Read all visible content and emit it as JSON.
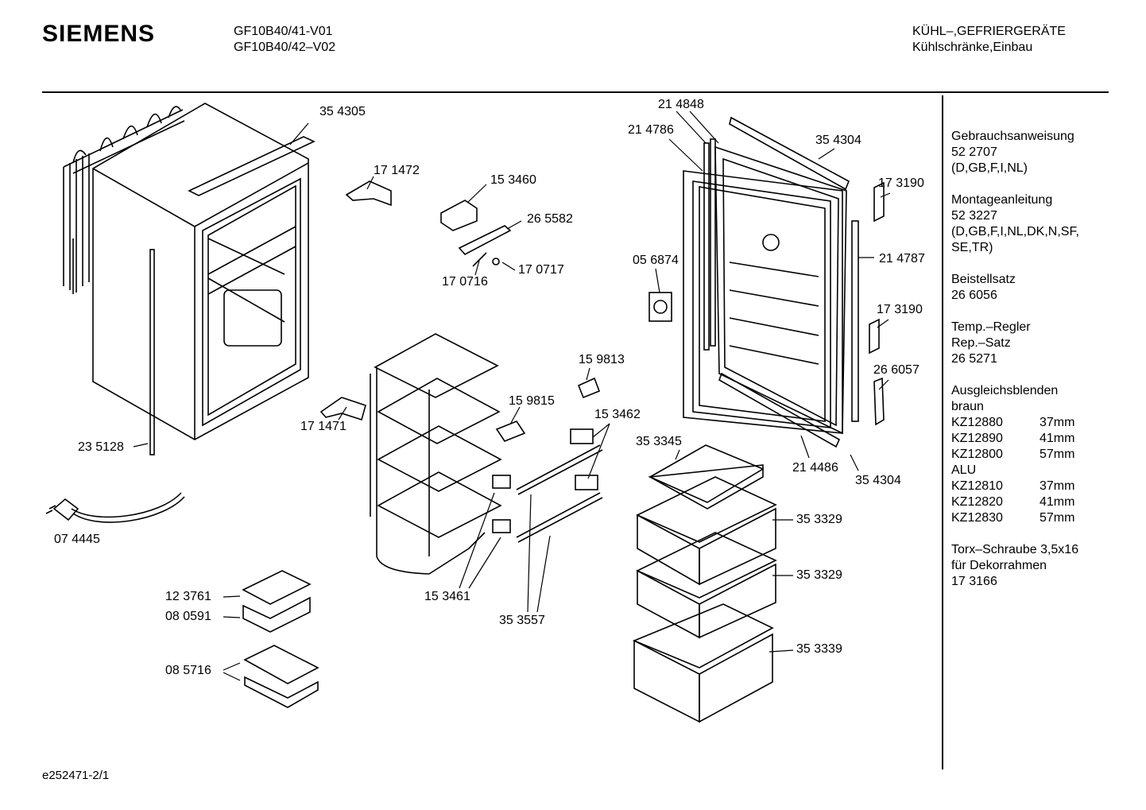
{
  "header": {
    "brand": "SIEMENS",
    "models": [
      "GF10B40/41-V01",
      "GF10B40/42–V02"
    ],
    "category": "KÜHL–,GEFRIERGERÄTE",
    "subcategory": "Kühlschränke,Einbau"
  },
  "labels": {
    "l354305": "35 4305",
    "l171472": "17 1472",
    "l153460": "15 3460",
    "l265582": "26 5582",
    "l170716": "17 0716",
    "l170717": "17 0717",
    "l235128": "23 5128",
    "l074445": "07 4445",
    "l171471": "17 1471",
    "l159815": "15 9815",
    "l159813": "15 9813",
    "l153462": "15 3462",
    "l153461": "15 3461",
    "l353557": "35 3557",
    "l123761": "12 3761",
    "l080591": "08 0591",
    "l085716": "08 5716",
    "l214848": "21 4848",
    "l214786": "21 4786",
    "l354304a": "35 4304",
    "l173190a": "17 3190",
    "l214787": "21 4787",
    "l056874": "05 6874",
    "l173190b": "17 3190",
    "l266057": "26 6057",
    "l214486": "21 4486",
    "l354304b": "35 4304",
    "l353345": "35 3345",
    "l353329a": "35 3329",
    "l353329b": "35 3329",
    "l353339": "35 3339"
  },
  "sidebar": {
    "manual_title": "Gebrauchsanweisung",
    "manual_no": "52 2707",
    "manual_lang": "(D,GB,F,I,NL)",
    "mount_title": "Montageanleitung",
    "mount_no": "52 3227",
    "mount_lang1": "(D,GB,F,I,NL,DK,N,SF,",
    "mount_lang2": "SE,TR)",
    "kit_title": "Beistellsatz",
    "kit_no": "26 6056",
    "temp_title": "Temp.–Regler",
    "temp_sub": "Rep.–Satz",
    "temp_no": "26 5271",
    "blend_title": "Ausgleichsblenden",
    "blend_color1": "braun",
    "blend_rows1": [
      {
        "code": "KZ12880",
        "size": "37mm"
      },
      {
        "code": "KZ12890",
        "size": "41mm"
      },
      {
        "code": "KZ12800",
        "size": "57mm"
      }
    ],
    "blend_color2": "ALU",
    "blend_rows2": [
      {
        "code": "KZ12810",
        "size": "37mm"
      },
      {
        "code": "KZ12820",
        "size": "41mm"
      },
      {
        "code": "KZ12830",
        "size": "57mm"
      }
    ],
    "screw_title": "Torx–Schraube 3,5x16",
    "screw_sub": "für Dekorrahmen",
    "screw_no": "17 3166"
  },
  "footer": {
    "code": "e252471-2/1"
  }
}
